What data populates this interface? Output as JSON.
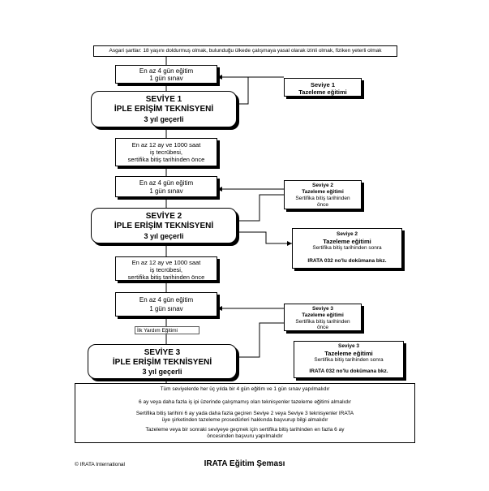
{
  "top_note": "Asgari şartlar: 18 yaşını doldurmuş olmak, bulunduğu ülkede çalışmaya yasal olarak izinli olmak, fiziken yeterli olmak",
  "level1": {
    "training": [
      "En az 4 gün eğitim",
      "1 gün sınav"
    ],
    "title": [
      "SEVİYE 1",
      "İPLE ERİŞİM TEKNİSYENİ",
      "3 yıl geçerli"
    ],
    "refresher": [
      "Seviye 1",
      "Tazeleme eğitimi"
    ]
  },
  "exp1": [
    "En az 12 ay ve 1000 saat",
    "iş tecrübesi,",
    "sertifika bitiş tarihinden önce"
  ],
  "level2": {
    "training": [
      "En az 4 gün eğitim",
      "1 gün sınav"
    ],
    "refresher_a": [
      "Seviye 2",
      "Tazeleme eğitimi",
      "Sertifika bitiş tarihinden",
      "önce"
    ],
    "title": [
      "SEVİYE 2",
      "İPLE ERİŞİM TEKNİSYENİ",
      "3 yıl geçerli"
    ],
    "refresher_b": [
      "Seviye 2",
      "Tazeleme eğitimi",
      "Sertifika bitiş tarihinden sonra",
      "IRATA 032 no'lu dokümana bkz."
    ]
  },
  "exp2": [
    "En az 12 ay ve 1000 saat",
    "iş tecrübesi,",
    "sertifika bitiş tarihinden önce"
  ],
  "level3": {
    "training": [
      "En az 4 gün eğitim",
      "1 gün sınav"
    ],
    "first_aid": "İlk Yardım Eğitimi",
    "refresher_a": [
      "Seviye 3",
      "Tazeleme eğitimi",
      "Sertifika bitiş tarihinden",
      "önce"
    ],
    "title": [
      "SEVİYE 3",
      "İPLE ERİŞİM TEKNİSYENİ",
      "3 yıl geçerli"
    ],
    "refresher_b": [
      "Seviye 3",
      "Tazeleme eğitimi",
      "Sertifika bitiş tarihinden sonra",
      "IRATA 032 no'lu dokümana bkz."
    ]
  },
  "notes": [
    "Tüm seviyelerde her üç yılda bir 4 gün eğitim ve 1 gün sınav yapılmalıdır",
    "6 ay veya daha fazla iş ipi üzerinde çalışmamış olan teknisyenler tazeleme eğitimi almalıdır",
    "Sertifika bitiş tarihini 6 ay yada daha fazla geçiren Seviye 2 veya Seviye 3 teknisyenler IRATA",
    "üye şirketinden tazeleme prosedürleri hakkında başvurup bilgi almalıdır",
    "Tazeleme veya bir sonraki seviyeye geçmek için sertifika bitiş tarihinden en fazla 6 ay",
    "öncesinden başvuru yapılmalıdır"
  ],
  "footer": {
    "copyright": "© IRATA International",
    "title": "IRATA Eğitim Şeması"
  }
}
